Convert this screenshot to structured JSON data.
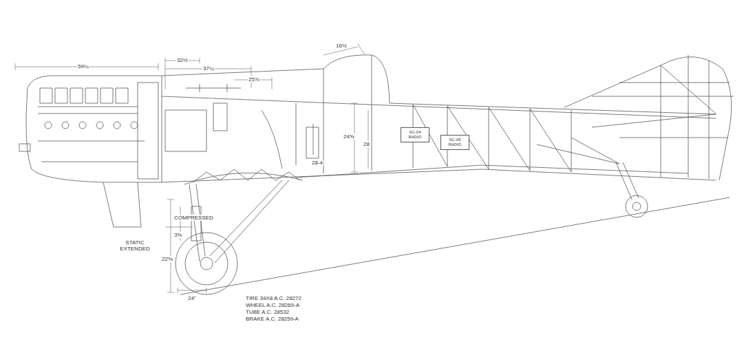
{
  "diagram": {
    "nodes": [
      {
        "text": [
          "SC-04 RADIO"
        ]
      },
      {
        "text": [
          "SC-05 RADIO"
        ]
      }
    ],
    "labels": [
      "59¼",
      "32½",
      "37¼",
      "25⅞",
      "16½",
      "24⅝",
      "28",
      "28-4",
      "COMPRESSED",
      "3⅝",
      "22⅝",
      "STATIC EXTENDED",
      "24\"",
      "TIRE 34X8 A.C. 28272",
      "WHEEL A.C. 28269-A",
      "TUBE A.C. 28532",
      "BRAKE A.C. 28259-A"
    ]
  }
}
